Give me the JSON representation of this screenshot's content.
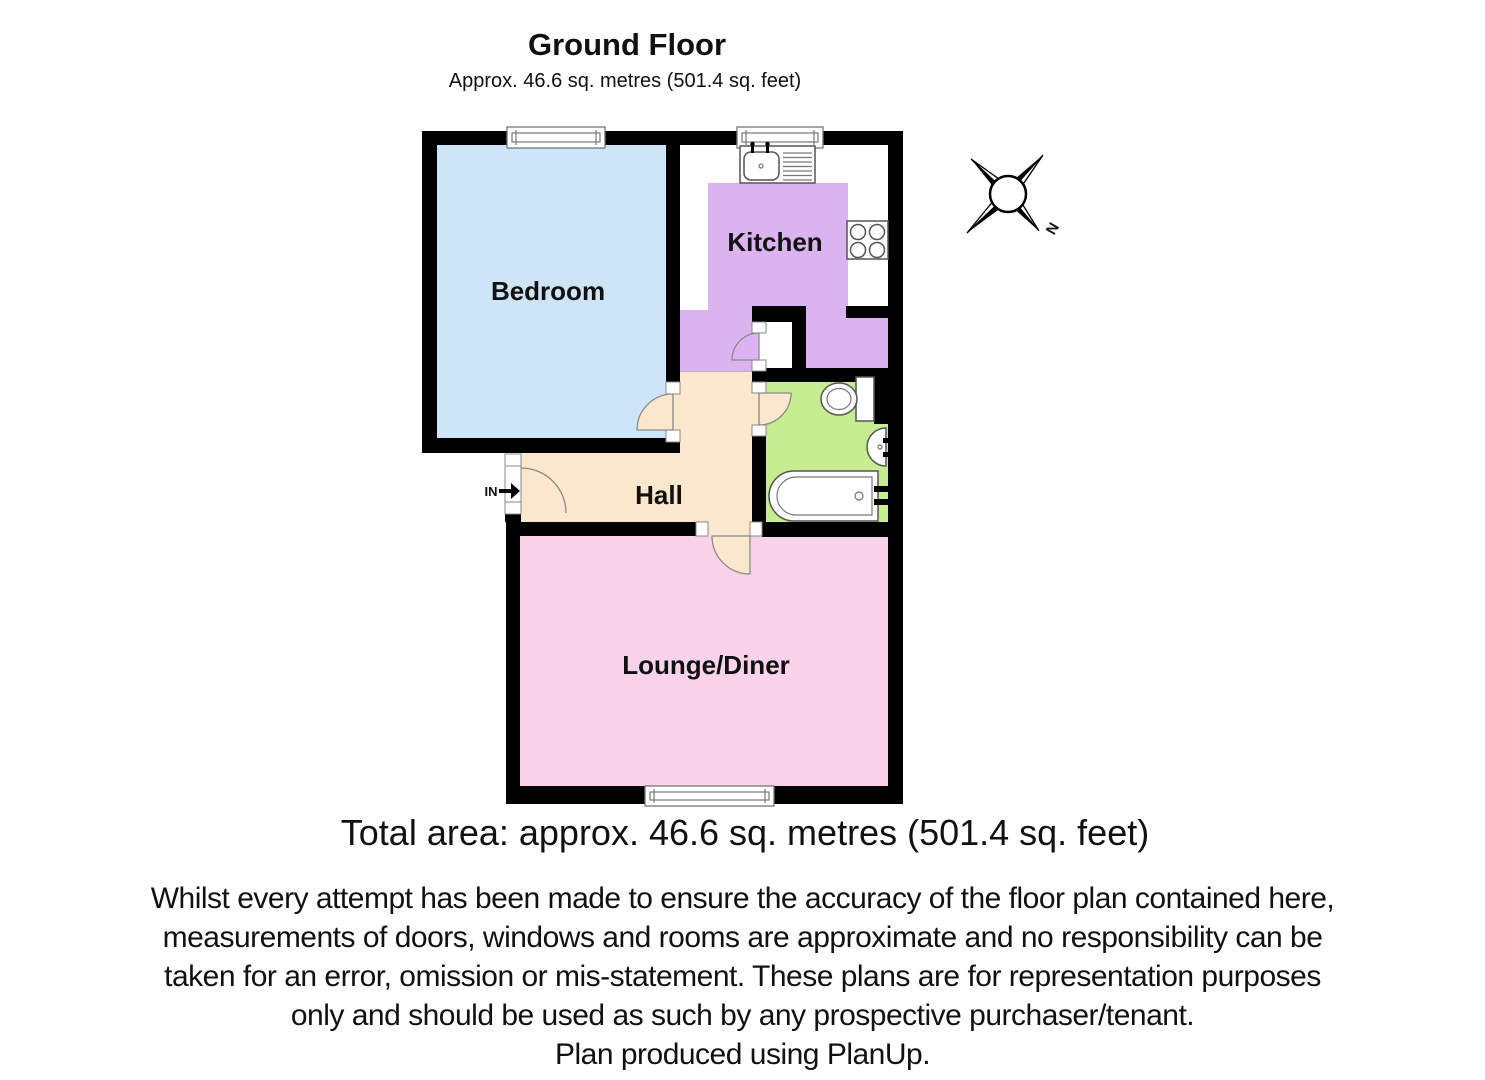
{
  "header": {
    "title": "Ground Floor",
    "subtitle": "Approx. 46.6 sq. metres (501.4 sq. feet)"
  },
  "rooms": {
    "bedroom": "Bedroom",
    "kitchen": "Kitchen",
    "hall": "Hall",
    "lounge": "Lounge/Diner"
  },
  "entry": {
    "label": "IN"
  },
  "compass": {
    "label": "N"
  },
  "footer": {
    "total_area": "Total area: approx. 46.6 sq. metres (501.4 sq. feet)",
    "disclaimer_lines": [
      "Whilst every attempt has been made to ensure the accuracy of the floor plan contained here,",
      "measurements of doors, windows and rooms are approximate and no responsibility can be",
      "taken for an error, omission or mis-statement. These plans are for representation purposes",
      "only and should be used as such by any prospective purchaser/tenant."
    ],
    "credit": "Plan produced using PlanUp."
  },
  "colors": {
    "bedroom": "#cee5f7",
    "kitchen": "#dbb3f0",
    "hall": "#fbe7cc",
    "bathroom": "#c6ed92",
    "lounge": "#fad2e9",
    "wall": "#000000"
  }
}
